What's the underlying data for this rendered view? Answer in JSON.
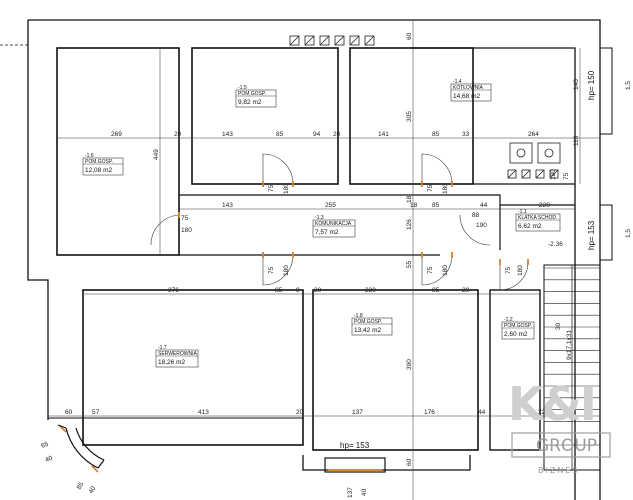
{
  "rooms": [
    {
      "number": "-1.6",
      "name": "POM.GOSP.",
      "area": "12,08 m2"
    },
    {
      "number": "-1.5",
      "name": "POM.GOSP.",
      "area": "9,82 m2"
    },
    {
      "number": "-1.4",
      "name": "KOTŁOWNIA",
      "area": "14,68 m2"
    },
    {
      "number": "-1.3",
      "name": "KOMUNIKACJA",
      "area": "7,57 m2"
    },
    {
      "number": "-1.1",
      "name": "KLATKA SCHOD.",
      "area": "6,62 m2"
    },
    {
      "number": "-1.7",
      "name": "SERWEROWNIA",
      "area": "18,26 m2"
    },
    {
      "number": "-1.8",
      "name": "POM.GOSP.",
      "area": "13,42 m2"
    },
    {
      "number": "-1.2",
      "name": "POM.GOSP.",
      "area": "2,60 m2"
    }
  ],
  "dimensions": {
    "top_row": [
      "269",
      "20",
      "143",
      "85",
      "94",
      "20",
      "141",
      "85",
      "33",
      "264"
    ],
    "corridor_row": [
      "143",
      "255",
      "18",
      "85",
      "44",
      "220"
    ],
    "corridor_misc": [
      "88",
      "190",
      "-2.36"
    ],
    "bottom_row_top": [
      "376",
      "85",
      "9",
      "20",
      "230",
      "85",
      "29"
    ],
    "bottom_row_base": [
      "60",
      "57",
      "413",
      "20",
      "137",
      "176",
      "44",
      "220"
    ],
    "vertical": [
      "449",
      "305",
      "60",
      "126",
      "55",
      "390",
      "60",
      "110",
      "140",
      "18"
    ],
    "door_widths": [
      "75",
      "180",
      "75",
      "180",
      "75",
      "180",
      "75",
      "180",
      "75",
      "180",
      "75",
      "180",
      "75",
      "180"
    ],
    "corner": [
      "65",
      "40",
      "85",
      "40"
    ],
    "bottom": [
      "137",
      "40"
    ],
    "stair": "9x17,1x31",
    "stair_width": "30",
    "hp_labels": [
      "hp= 150",
      "hp= 153",
      "hp= 153"
    ],
    "right_edge": [
      "1,5",
      "1,5"
    ]
  },
  "watermark": {
    "logo": "K&I",
    "group": "GROUP",
    "sub": "BIZNES"
  }
}
